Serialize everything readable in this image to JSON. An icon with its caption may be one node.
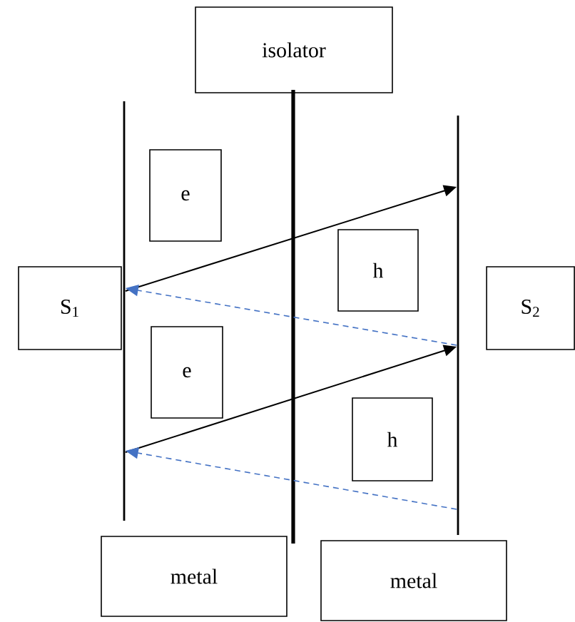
{
  "diagram": {
    "nodes": [
      {
        "text": [
          "isolator"
        ]
      },
      {
        "text": [
          "S$_{1}$"
        ]
      },
      {
        "text": [
          "e"
        ]
      },
      {
        "text": [
          "h"
        ]
      },
      {
        "text": [
          "S$_{2}$"
        ]
      },
      {
        "text": [
          "e"
        ]
      },
      {
        "text": [
          "h"
        ]
      },
      {
        "text": [
          "metal"
        ]
      },
      {
        "text": [
          "metal"
        ]
      },
      {
        "text": [],
        "shape": "bar"
      },
      {
        "text": [],
        "shape": "bar"
      },
      {
        "text": [],
        "shape": "bar"
      }
    ],
    "edges": [
      {
        "from": 9,
        "to": 11,
        "arrow": "to"
      },
      {
        "from": 11,
        "to": 9,
        "arrow": "to",
        "style": "dashed",
        "color": "#4472c4"
      },
      {
        "from": 9,
        "to": 11,
        "arrow": "to"
      },
      {
        "from": 11,
        "to": 9,
        "arrow": "to",
        "style": "dashed",
        "color": "#4472c4"
      }
    ]
  }
}
